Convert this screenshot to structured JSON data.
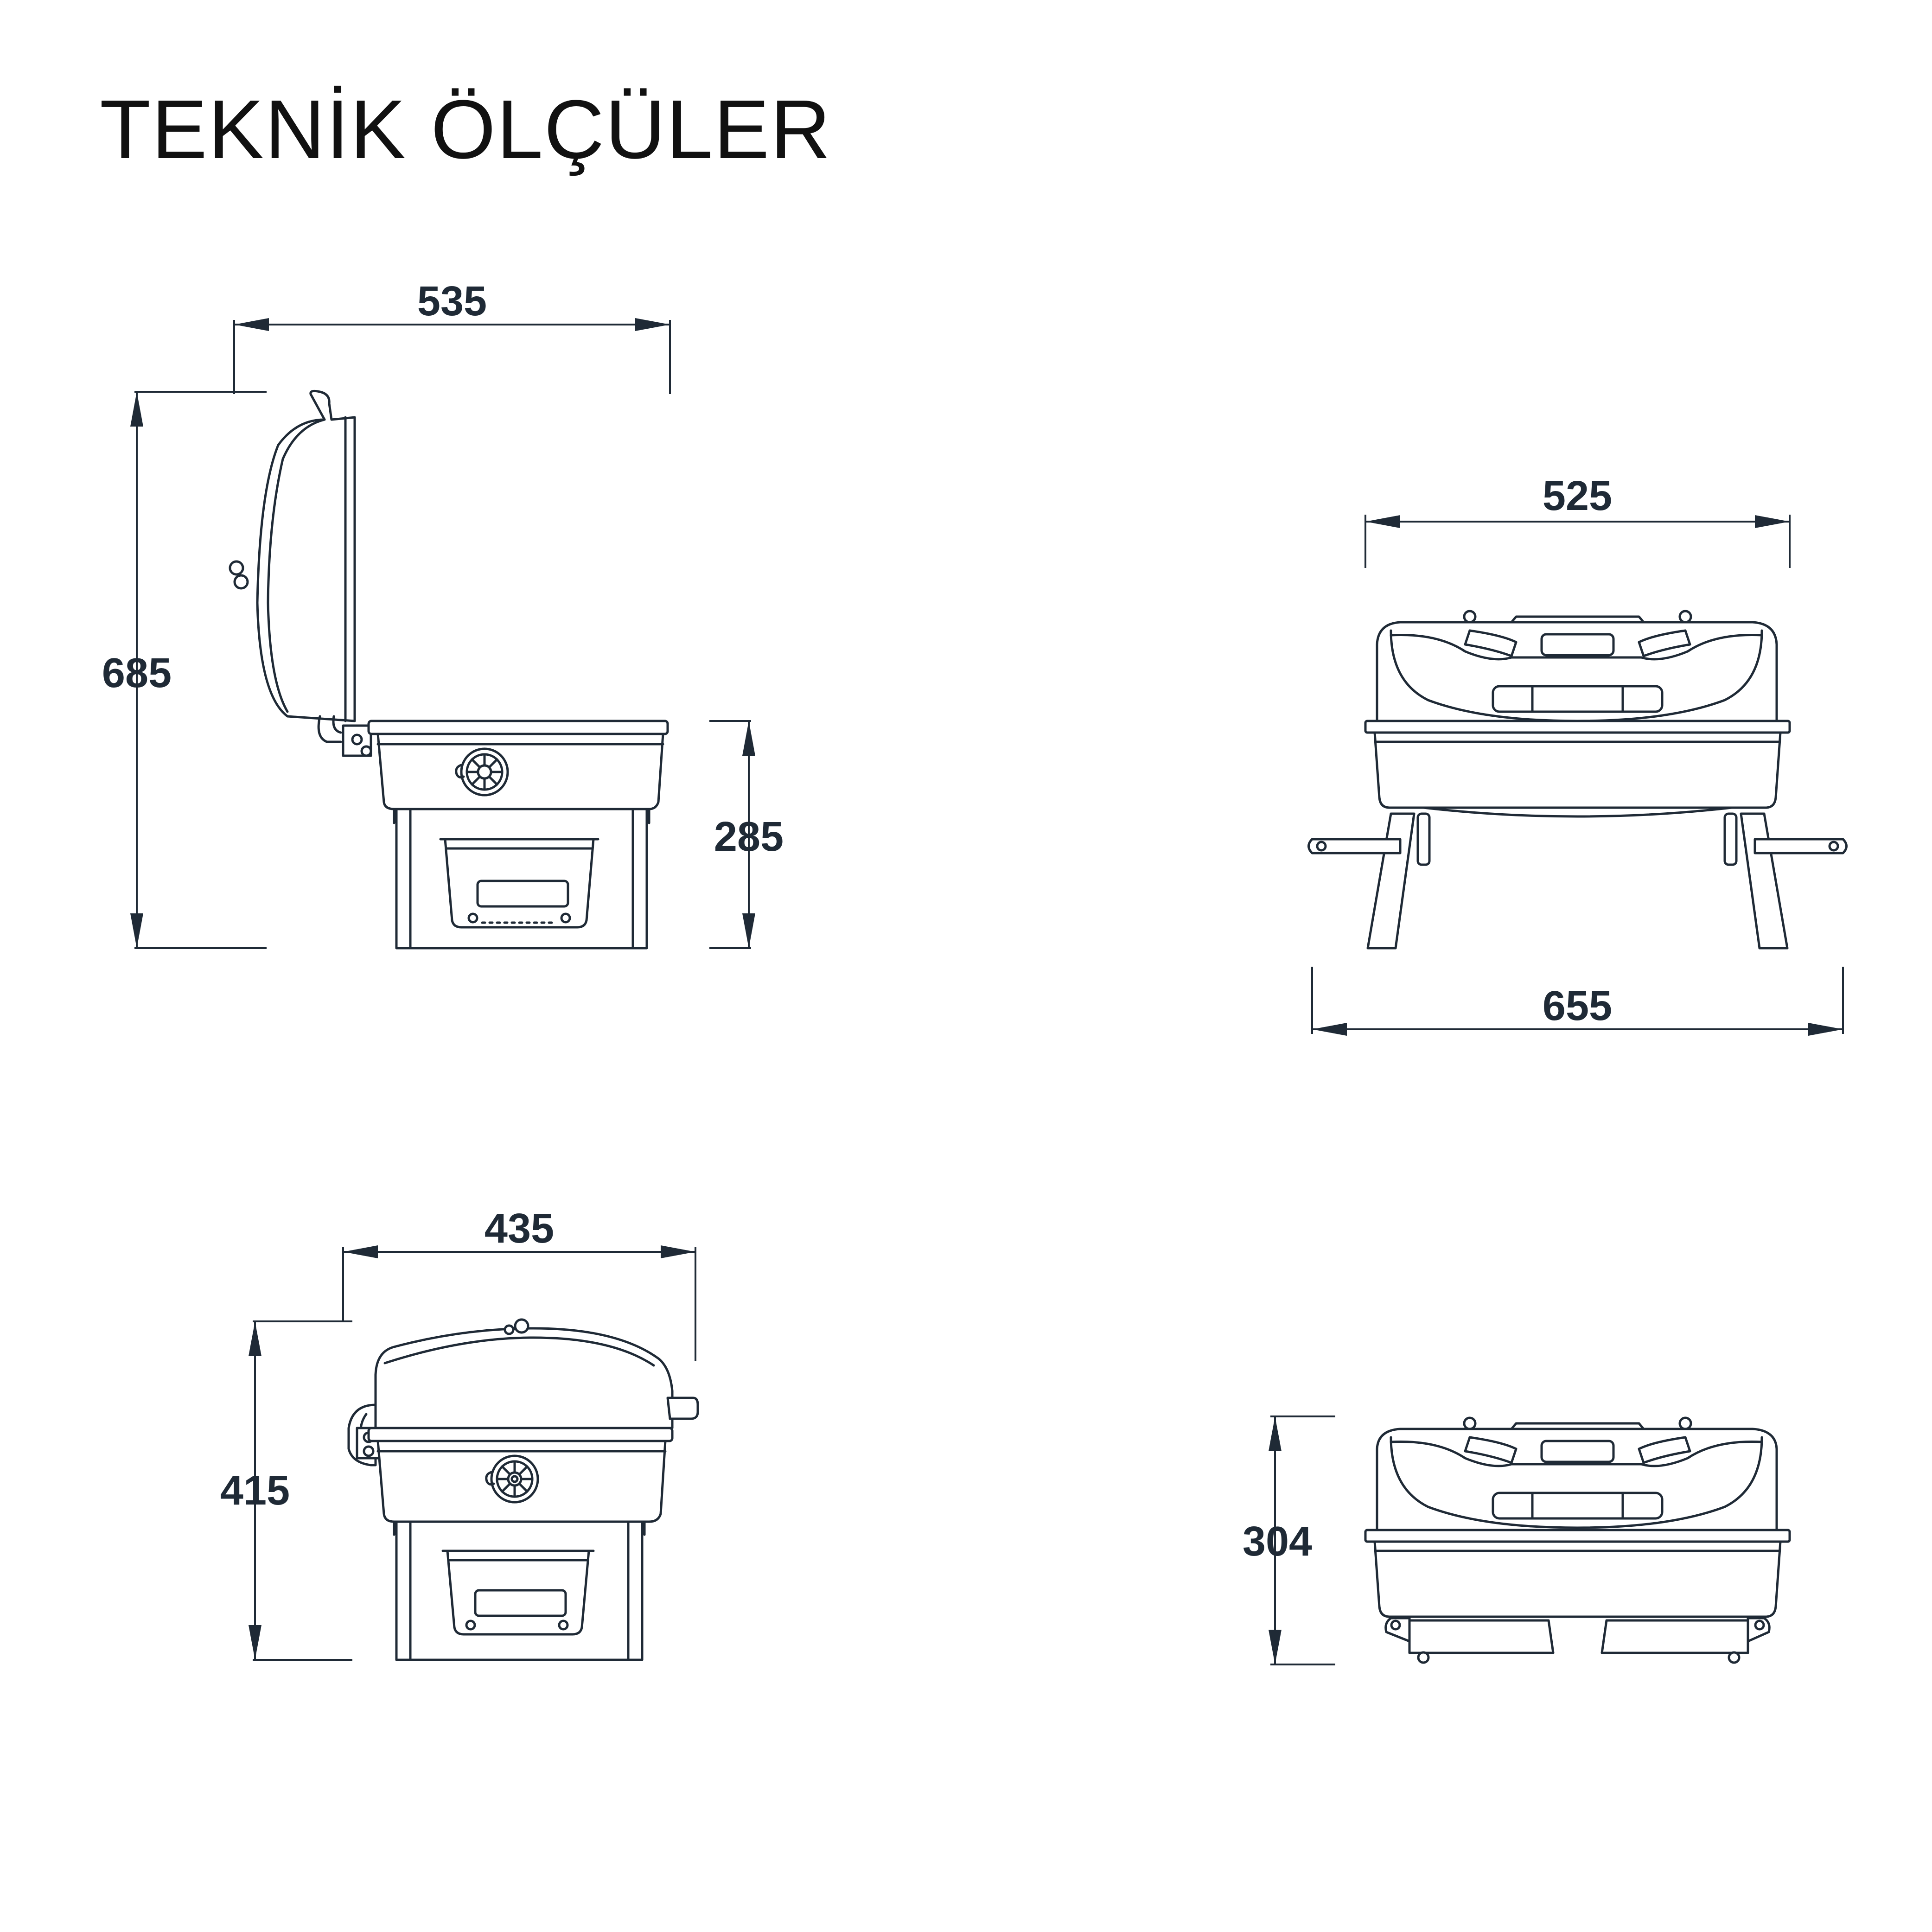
{
  "title": "TEKNİK ÖLÇÜLER",
  "dimensions": {
    "open_side_width": "535",
    "open_side_height": "685",
    "open_base_height": "285",
    "front_top_width": "525",
    "front_total_width": "655",
    "closed_side_width": "435",
    "closed_side_height": "415",
    "folded_front_height": "304"
  },
  "colors": {
    "line": "#1f2a36",
    "background": "#ffffff"
  }
}
